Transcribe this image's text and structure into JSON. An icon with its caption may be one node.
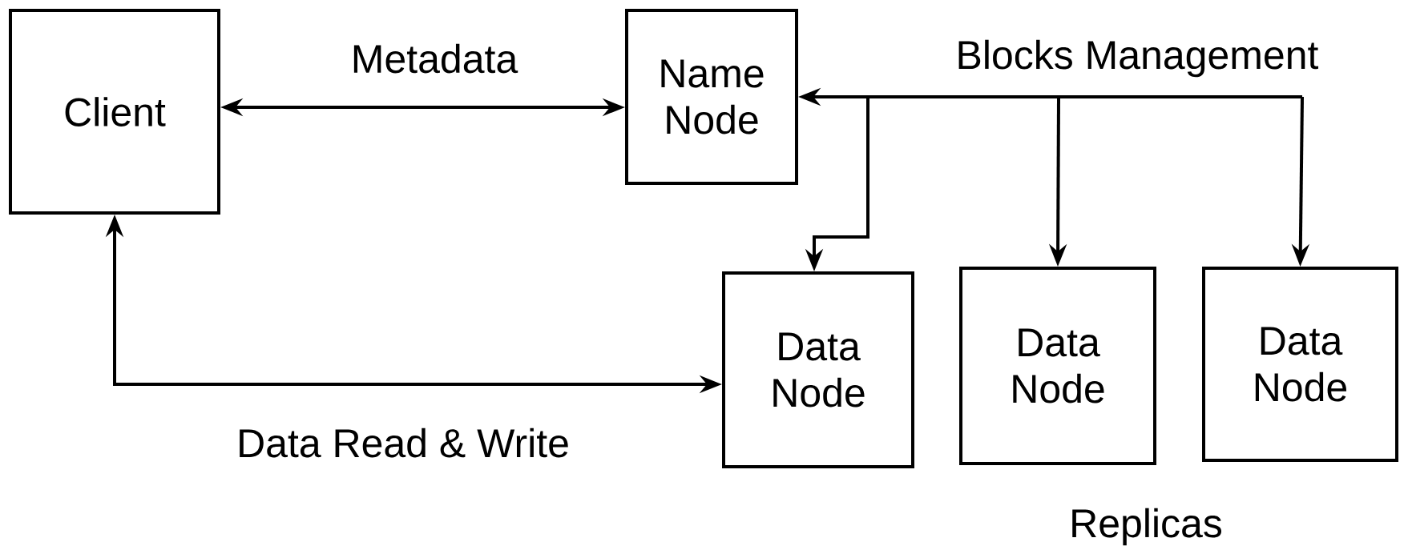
{
  "diagram": {
    "nodes": [
      {
        "text": [
          "Client"
        ]
      },
      {
        "text": [
          "Name Node"
        ]
      },
      {
        "text": [
          "Data Node"
        ]
      },
      {
        "text": [
          "Data Node"
        ]
      },
      {
        "text": [
          "Data Node"
        ]
      }
    ],
    "edges": [
      {
        "from": 0,
        "to": 1,
        "arrow": "both",
        "label": "Metadata"
      },
      {
        "from": 0,
        "to": 2,
        "arrow": "both",
        "label": "Data Read & Write"
      },
      {
        "from": 1,
        "to": 2,
        "arrow": "both"
      },
      {
        "from": 1,
        "to": 3,
        "arrow": "both"
      },
      {
        "from": 1,
        "to": 4,
        "arrow": "both"
      }
    ],
    "labels": [
      "Blocks Management",
      "Replicas"
    ]
  }
}
